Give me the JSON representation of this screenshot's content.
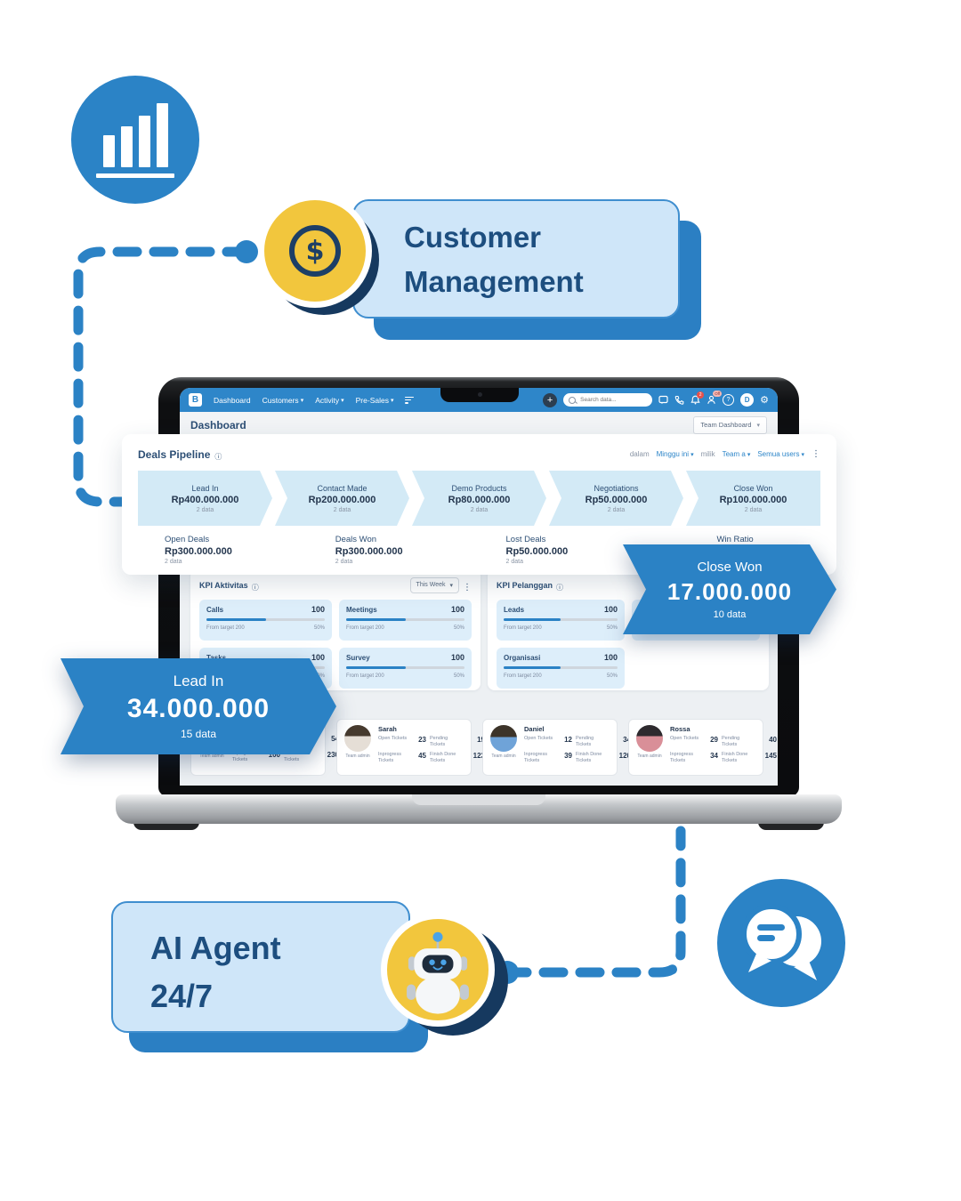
{
  "colors": {
    "primary_blue": "#2b82c5",
    "navy_text": "#1d4e7f",
    "light_blue_panel": "#cfe6f9",
    "coin_yellow": "#f2c63d"
  },
  "callouts": {
    "customer_management": {
      "text": "Customer Management"
    },
    "ai_agent": {
      "text": "AI Agent 24/7"
    }
  },
  "banners": {
    "lead_in": {
      "title": "Lead In",
      "value": "34.000.000",
      "meta": "15 data"
    },
    "close_won": {
      "title": "Close Won",
      "value": "17.000.000",
      "meta": "10 data"
    }
  },
  "app": {
    "nav": {
      "brand": "B",
      "items": [
        {
          "label": "Dashboard"
        },
        {
          "label": "Customers"
        },
        {
          "label": "Activity"
        },
        {
          "label": "Pre-Sales"
        }
      ],
      "search_placeholder": "Search data...",
      "bell_badge": "2",
      "off_badge": "Off",
      "avatar_initial": "D"
    },
    "subheader": {
      "title": "Dashboard",
      "team_selector": "Team Dashboard"
    },
    "pipeline": {
      "title": "Deals Pipeline",
      "filter_dalam": "dalam",
      "filter_period": "Minggu ini",
      "filter_milik": "milik",
      "filter_team": "Team a",
      "filter_users": "Semua users",
      "stages": [
        {
          "name": "Lead In",
          "value": "Rp400.000.000",
          "meta": "2 data"
        },
        {
          "name": "Contact Made",
          "value": "Rp200.000.000",
          "meta": "2 data"
        },
        {
          "name": "Demo Products",
          "value": "Rp80.000.000",
          "meta": "2 data"
        },
        {
          "name": "Negotiations",
          "value": "Rp50.000.000",
          "meta": "2 data"
        },
        {
          "name": "Close Won",
          "value": "Rp100.000.000",
          "meta": "2 data"
        }
      ],
      "summary": [
        {
          "name": "Open Deals",
          "value": "Rp300.000.000",
          "meta": "2 data"
        },
        {
          "name": "Deals Won",
          "value": "Rp300.000.000",
          "meta": "2 data"
        },
        {
          "name": "Lost Deals",
          "value": "Rp50.000.000",
          "meta": "2 data"
        },
        {
          "name": "Win Ratio",
          "value": "",
          "meta": ""
        }
      ]
    },
    "kpi_aktivitas": {
      "title": "KPI Aktivitas",
      "period": "This Week",
      "items": [
        {
          "name": "Calls",
          "value": "100",
          "target": "From target 200",
          "pct": "50%"
        },
        {
          "name": "Meetings",
          "value": "100",
          "target": "From target 200",
          "pct": "50%"
        },
        {
          "name": "Tasks",
          "value": "100",
          "target": "From target 200",
          "pct": "50%"
        },
        {
          "name": "Survey",
          "value": "100",
          "target": "From target 200",
          "pct": "50%"
        }
      ]
    },
    "kpi_pelanggan": {
      "title": "KPI Pelanggan",
      "items": [
        {
          "name": "Leads",
          "value": "100",
          "target": "From target 200",
          "pct": "50%"
        },
        {
          "name": "C",
          "value": "",
          "target": "",
          "pct": ""
        },
        {
          "name": "Organisasi",
          "value": "100",
          "target": "From target 200",
          "pct": "50%"
        }
      ]
    },
    "ticket_labels": {
      "open": "Open Tickets",
      "pending": "Pending Tickets",
      "inprogress": "Inprogress Tickets",
      "done": "Finish Done Tickets"
    },
    "team_members": [
      {
        "name": "",
        "role": "Team admin",
        "open": "",
        "pending": "54",
        "inprogress": "100",
        "done": "230"
      },
      {
        "name": "Sarah",
        "role": "Team admin",
        "open": "23",
        "pending": "19",
        "inprogress": "45",
        "done": "123"
      },
      {
        "name": "Daniel",
        "role": "Team admin",
        "open": "12",
        "pending": "34",
        "inprogress": "39",
        "done": "120"
      },
      {
        "name": "Rossa",
        "role": "Team admin",
        "open": "29",
        "pending": "40",
        "inprogress": "34",
        "done": "145"
      }
    ]
  }
}
